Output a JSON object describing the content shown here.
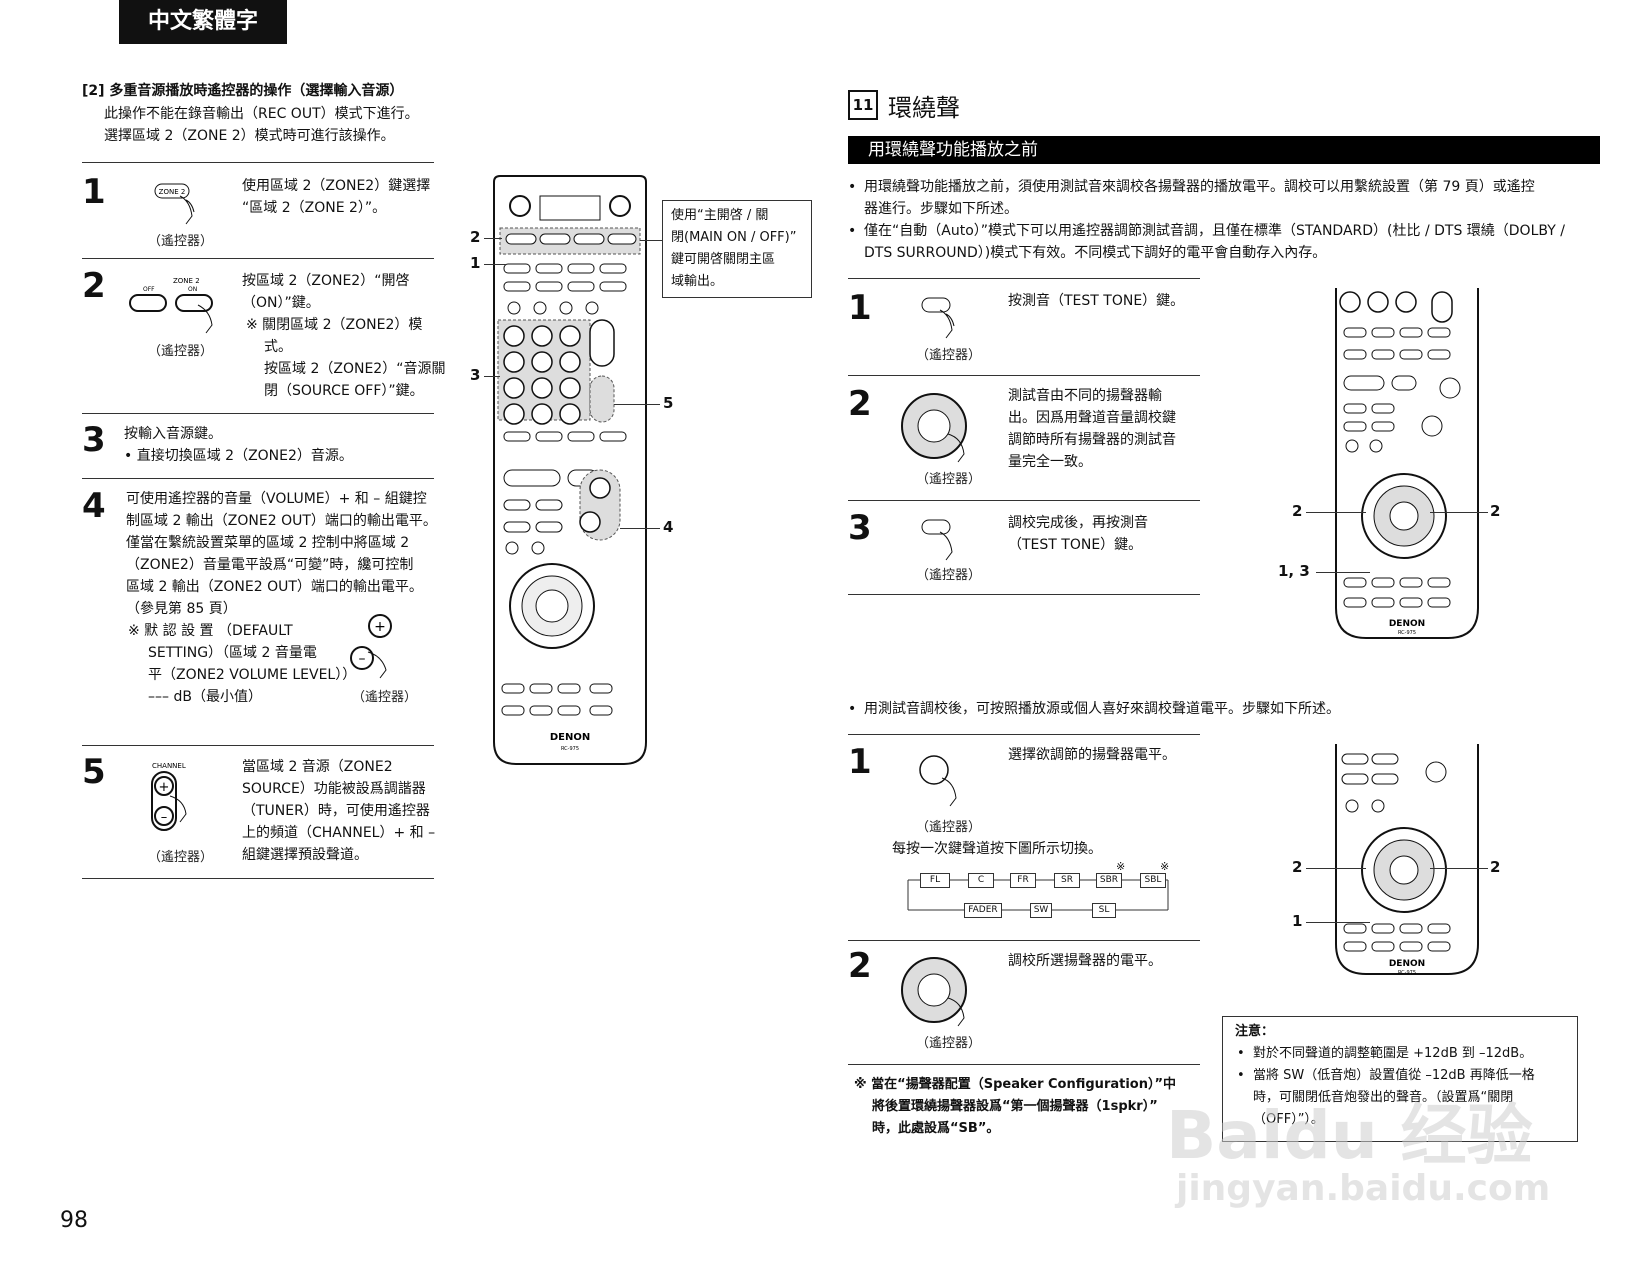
{
  "header": {
    "lang_tab": "中文繁體字"
  },
  "left": {
    "section_title": "[2] 多重音源播放時遙控器的操作（選擇輸入音源）",
    "intro": [
      "此操作不能在錄音輸出（REC OUT）模式下進行。",
      "選擇區域 2（ZONE 2）模式時可進行該操作。"
    ],
    "steps": [
      {
        "num": "1",
        "icon_label": "ZONE 2",
        "caption": "（遙控器）",
        "lines": [
          "使用區域 2（ZONE2）鍵選擇",
          "“區域 2（ZONE 2）”。"
        ]
      },
      {
        "num": "2",
        "icon_label": "ZONE 2",
        "off": "OFF",
        "on": "ON",
        "caption": "（遙控器）",
        "lines": [
          "按區域 2（ZONE2）“開啓",
          "（ON）”鍵。",
          "※ 關閉區域 2（ZONE2）模",
          "式。",
          "按區域 2（ZONE2）“音源關",
          "閉（SOURCE OFF）”鍵。"
        ]
      },
      {
        "num": "3",
        "lines": [
          "按輸入音源鍵。",
          "• 直接切換區域 2（ZONE2）音源。"
        ]
      },
      {
        "num": "4",
        "caption": "（遙控器）",
        "lines": [
          "可使用遙控器的音量（VOLUME）+ 和 – 組鍵控",
          "制區域 2 輸出（ZONE2 OUT）端口的輸出電平。",
          "僅當在繫統設置菜單的區域 2 控制中將區域 2",
          "（ZONE2）音量電平設爲“可變”時，纔可控制",
          "區域 2 輸出（ZONE2 OUT）端口的輸出電平。",
          "（參見第 85 頁）",
          "※ 默 認 設 置 （DEFAULT",
          "SETTING）（區域 2 音量電",
          "平（ZONE2 VOLUME LEVEL））",
          "––– dB（最小值）"
        ]
      },
      {
        "num": "5",
        "icon_label": "CHANNEL",
        "caption": "（遙控器）",
        "lines": [
          "當區域 2 音源（ZONE2",
          "SOURCE）功能被設爲調諧器",
          "（TUNER）時，可使用遙控器",
          "上的頻道（CHANNEL）+ 和 –",
          "組鍵選擇預設聲道。"
        ]
      }
    ]
  },
  "center": {
    "callouts": [
      "2",
      "1",
      "3",
      "5",
      "4"
    ],
    "note": [
      "使用“主開啓 / 關",
      "閉(MAIN ON / OFF)”",
      "鍵可開啓關閉主區",
      "域輸出。"
    ],
    "brand": "DENON",
    "model": "RC-975"
  },
  "right": {
    "section_num": "11",
    "section_title": "環繞聲",
    "bar_title": "用環繞聲功能播放之前",
    "bullets": [
      [
        "用環繞聲功能播放之前，須使用測試音來調校各揚聲器的播放電平。調校可以用繫統設置（第 79 頁）或遙控",
        "器進行。步驟如下所述。"
      ],
      [
        "僅在“自動（Auto）”模式下可以用遙控器調節測試音調，且僅在標準（STANDARD）(杜比 / DTS 環繞（DOLBY /",
        "DTS SURROUND）)模式下有效。不同模式下調好的電平會自動存入內存。"
      ]
    ],
    "steps_a": [
      {
        "num": "1",
        "caption": "（遙控器）",
        "lines": [
          "按測音（TEST TONE）鍵。"
        ]
      },
      {
        "num": "2",
        "caption": "（遙控器）",
        "lines": [
          "測試音由不同的揚聲器輸",
          "出。因爲用聲道音量調校鍵",
          "調節時所有揚聲器的測試音",
          "量完全一致。"
        ]
      },
      {
        "num": "3",
        "caption": "（遙控器）",
        "lines": [
          "調校完成後，再按測音",
          "（TEST TONE）鍵。"
        ]
      }
    ],
    "remote_a_callouts": [
      "2",
      "2",
      "1, 3"
    ],
    "bullet3": "用測試音調校後，可按照播放源或個人喜好來調校聲道電平。步驟如下所述。",
    "steps_b": [
      {
        "num": "1",
        "caption": "（遙控器）",
        "lines": [
          "選擇欲調節的揚聲器電平。"
        ],
        "sub": "每按一次鍵聲道按下圖所示切換。"
      },
      {
        "num": "2",
        "caption": "（遙控器）",
        "lines": [
          "調校所選揚聲器的電平。"
        ]
      }
    ],
    "chain_top": [
      "FL",
      "C",
      "FR",
      "SR",
      "SBR",
      "SBL"
    ],
    "chain_bottom": [
      "FADER",
      "SW",
      "SL"
    ],
    "chain_marks": [
      "※",
      "※"
    ],
    "remote_b_callouts": [
      "2",
      "2",
      "1"
    ],
    "footnote": [
      "※ 當在“揚聲器配置（Speaker Configuration）”中",
      "將後置環繞揚聲器設爲“第一個揚聲器（1spkr）”",
      "時，此處設爲“SB”。"
    ],
    "note_title": "注意：",
    "note_items": [
      [
        "對於不同聲道的調整範圍是 +12dB 到 –12dB。"
      ],
      [
        "當將 SW（低音炮）設置值從 –12dB 再降低一格",
        "時，可關閉低音炮發出的聲音。（設置爲“關閉",
        "（OFF）”）。"
      ]
    ]
  },
  "page_number": "98",
  "watermark": {
    "line1": "Baidu 经验",
    "line2": "jingyan.baidu.com"
  }
}
